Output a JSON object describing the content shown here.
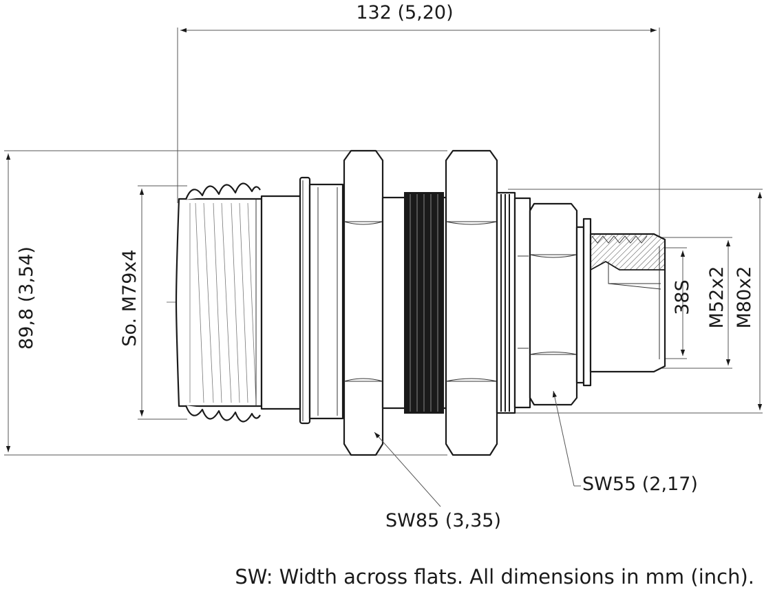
{
  "drawing": {
    "dim_total_length": "132 (5,20)",
    "dim_flange_diameter": "89,8 (3,54)",
    "dim_special_thread": "So. M79x4",
    "dim_tube_od": "38S",
    "dim_port_thread": "M52x2",
    "dim_body_thread": "M80x2",
    "label_wrench_large": "SW85 (3,35)",
    "label_wrench_small": "SW55 (2,17)",
    "footnote": "SW: Width across flats. All dimensions in mm (inch)."
  },
  "colors": {
    "line": "#1a1a1a",
    "dimension_line": "#555555",
    "background": "#ffffff"
  }
}
